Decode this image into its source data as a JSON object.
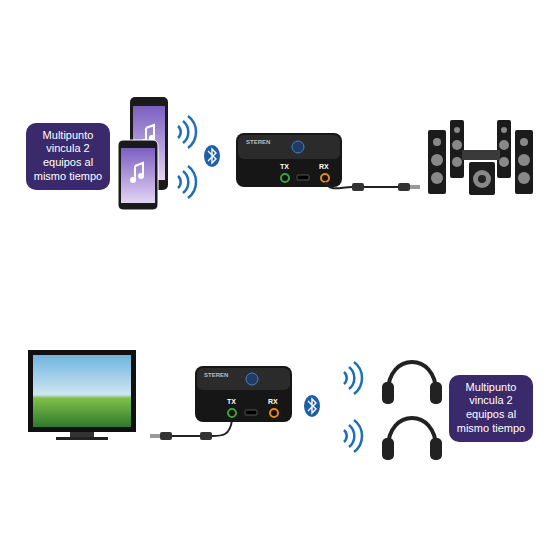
{
  "diagram": {
    "nodes": [
      {
        "text": [
          "Multipunto vincula 2 equipos al mismo tiempo"
        ]
      },
      {
        "text": [
          "Multipunto vincula 2 equipos al mismo tiempo"
        ]
      }
    ],
    "labels": [
      "STEREN",
      "TX",
      "RX",
      "STEREN",
      "TX",
      "RX"
    ]
  }
}
